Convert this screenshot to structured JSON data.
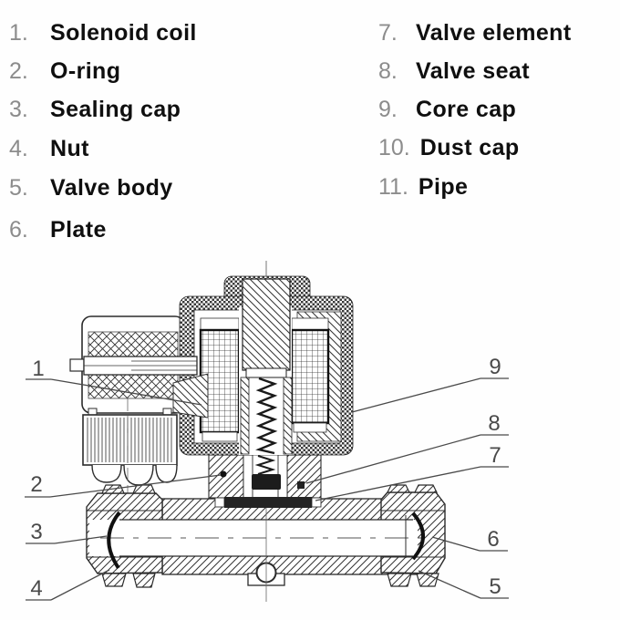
{
  "parts_list": {
    "left": [
      {
        "num": "1.",
        "label": "Solenoid coil"
      },
      {
        "num": "2.",
        "label": "O-ring"
      },
      {
        "num": "3.",
        "label": "Sealing cap"
      },
      {
        "num": "4.",
        "label": "Nut"
      },
      {
        "num": "5.",
        "label": "Valve body"
      },
      {
        "num": "6.",
        "label": "Plate"
      }
    ],
    "right": [
      {
        "num": "7.",
        "label": "Valve element"
      },
      {
        "num": "8.",
        "label": "Valve seat"
      },
      {
        "num": "9.",
        "label": "Core cap"
      },
      {
        "num": "10.",
        "label": "Dust cap"
      },
      {
        "num": "11.",
        "label": "Pipe"
      }
    ]
  },
  "diagram": {
    "callouts": {
      "c1": "1",
      "c2": "2",
      "c3": "3",
      "c4": "4",
      "c5": "5",
      "c6": "6",
      "c7": "7",
      "c8": "8",
      "c9": "9"
    }
  },
  "colors": {
    "ink": "#2b2b2b",
    "number_gray": "#8c8c8c",
    "label_black": "#0f0f0f",
    "background": "#fefefe"
  }
}
